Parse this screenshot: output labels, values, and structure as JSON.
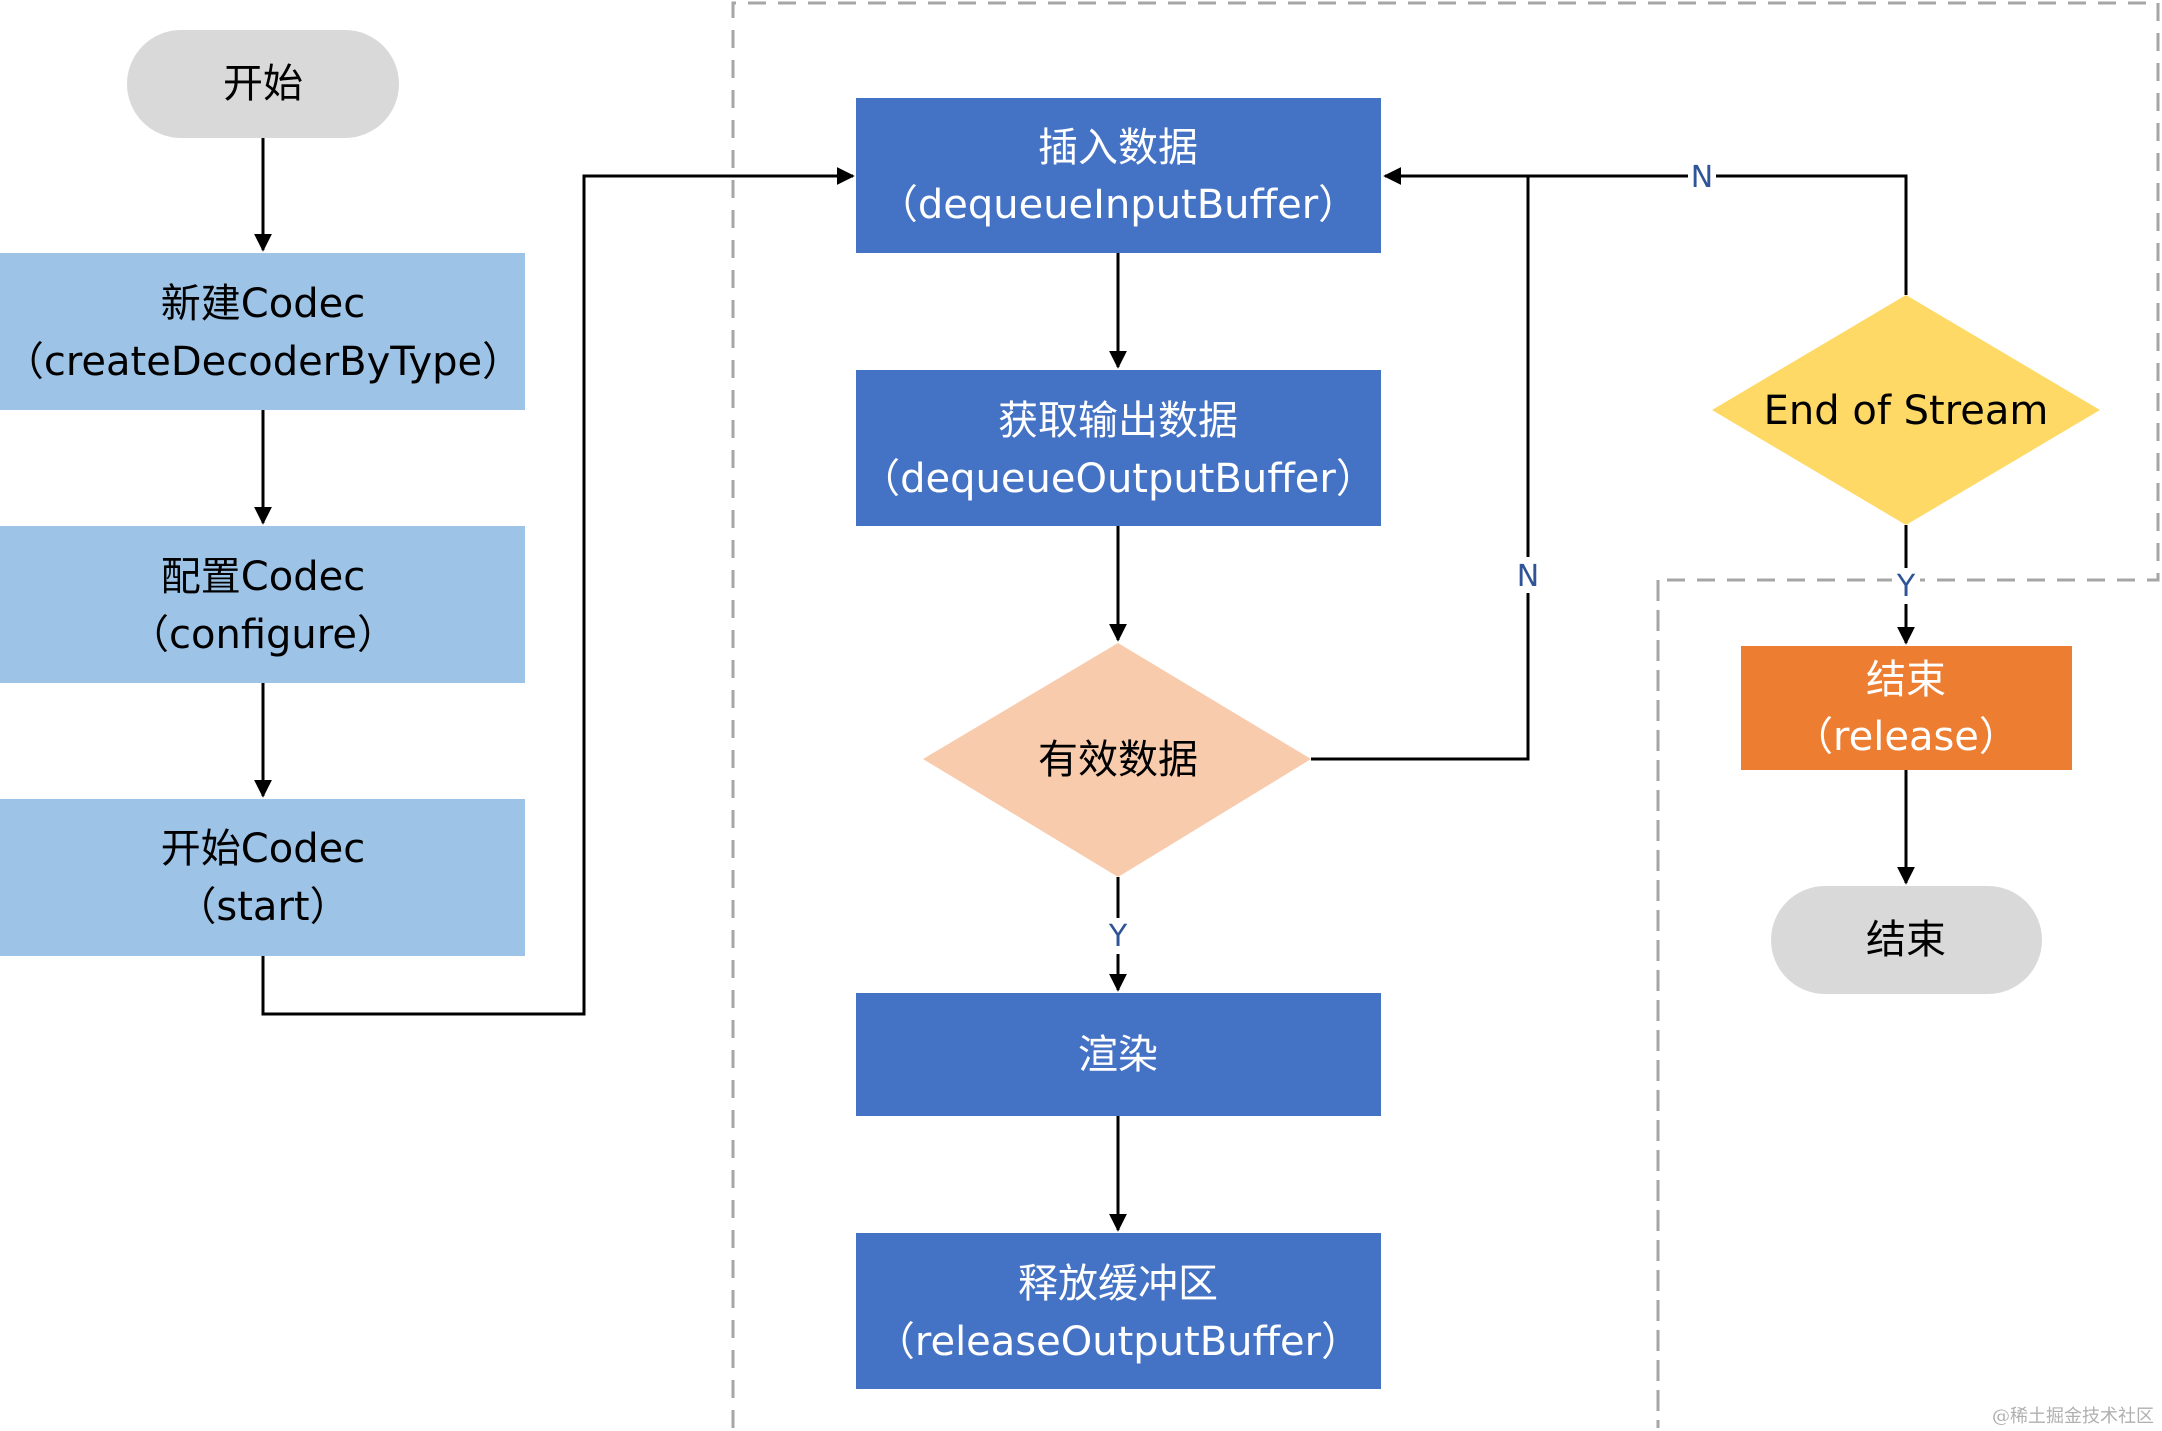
{
  "colors": {
    "pill": "#d9d9d9",
    "light_blue": "#9dc3e6",
    "blue": "#4472c4",
    "peach": "#f8cbad",
    "yellow": "#ffd966",
    "orange": "#ed7d31",
    "edge_label": "#2f5597",
    "dashed_border": "#a6a6a6"
  },
  "nodes": {
    "start": {
      "line1": "开始"
    },
    "create": {
      "line1": "新建Codec",
      "line2": "（createDecoderByType）"
    },
    "configure": {
      "line1": "配置Codec",
      "line2": "（configure）"
    },
    "start_codec": {
      "line1": "开始Codec",
      "line2": "（start）"
    },
    "input": {
      "line1": "插入数据",
      "line2": "（dequeueInputBuffer）"
    },
    "output": {
      "line1": "获取输出数据",
      "line2": "（dequeueOutputBuffer）"
    },
    "valid": {
      "line1": "有效数据"
    },
    "render": {
      "line1": "渲染"
    },
    "release_buf": {
      "line1": "释放缓冲区",
      "line2": "（releaseOutputBuffer）"
    },
    "eos": {
      "line1": "End of Stream"
    },
    "release": {
      "line1": "结束",
      "line2": "（release）"
    },
    "end": {
      "line1": "结束"
    }
  },
  "edges": {
    "valid_yes": "Y",
    "valid_no": "N",
    "eos_no": "N",
    "eos_yes": "Y"
  },
  "watermark": "@稀土掘金技术社区"
}
